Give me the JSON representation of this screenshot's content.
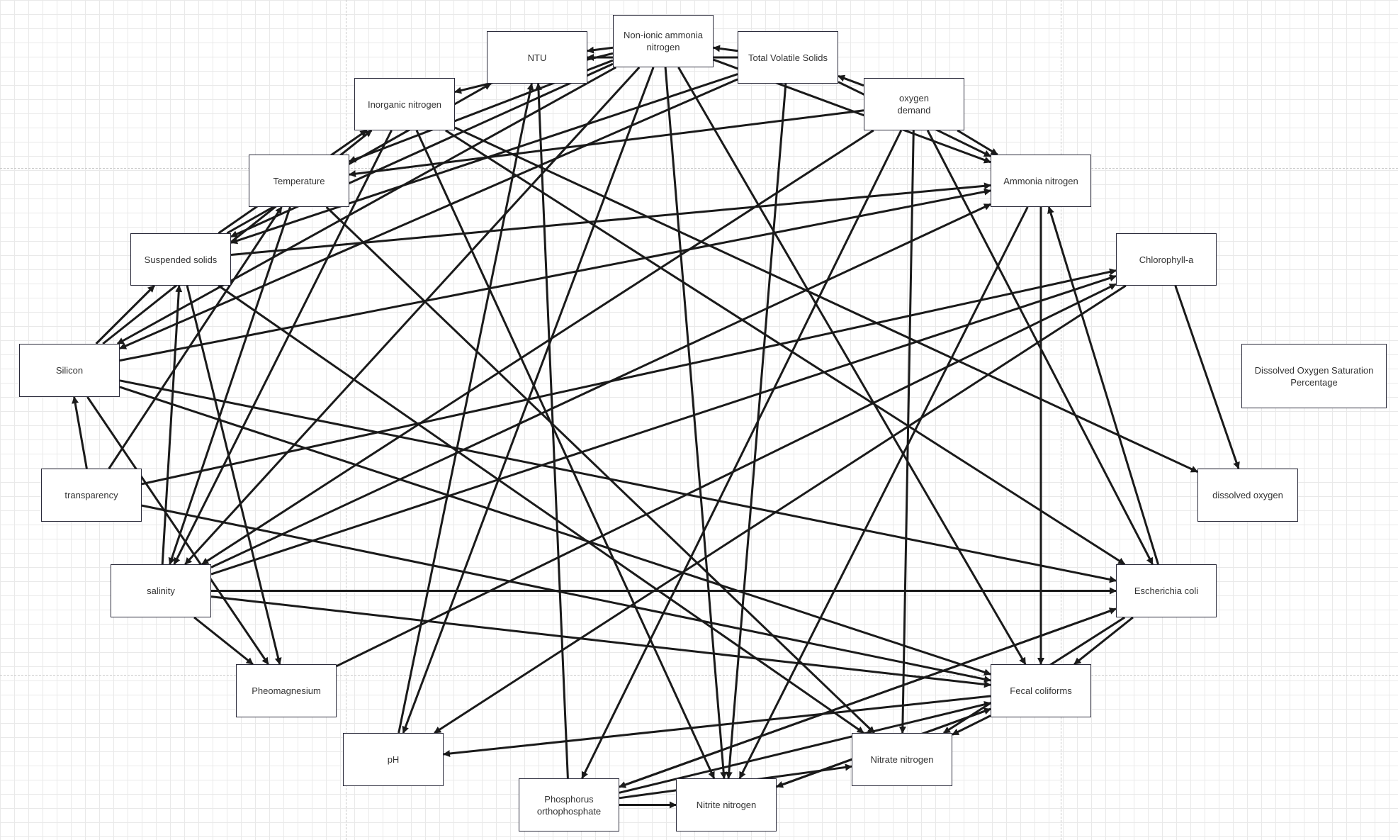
{
  "diagram": {
    "nodes": [
      {
        "id": "nonionic",
        "label": "Non-ionic ammonia\nnitrogen"
      },
      {
        "id": "ntu",
        "label": "NTU"
      },
      {
        "id": "tvs",
        "label": "Total Volatile Solids"
      },
      {
        "id": "inorganic",
        "label": "Inorganic nitrogen"
      },
      {
        "id": "oxygen",
        "label": "oxygen\ndemand"
      },
      {
        "id": "temperature",
        "label": "Temperature"
      },
      {
        "id": "ammonia",
        "label": "Ammonia nitrogen"
      },
      {
        "id": "suspended",
        "label": "Suspended solids"
      },
      {
        "id": "chlorophyll",
        "label": "Chlorophyll-a"
      },
      {
        "id": "silicon",
        "label": "Silicon"
      },
      {
        "id": "dosat",
        "label": "Dissolved Oxygen Saturation\nPercentage"
      },
      {
        "id": "transparency",
        "label": "transparency"
      },
      {
        "id": "dissolved",
        "label": "dissolved oxygen"
      },
      {
        "id": "salinity",
        "label": "salinity"
      },
      {
        "id": "ecoli",
        "label": "Escherichia coli"
      },
      {
        "id": "pheo",
        "label": "Pheomagnesium"
      },
      {
        "id": "fecal",
        "label": "Fecal coliforms"
      },
      {
        "id": "ph",
        "label": "pH"
      },
      {
        "id": "nitrate",
        "label": "Nitrate nitrogen"
      },
      {
        "id": "phosphorus",
        "label": "Phosphorus\northophosphate"
      },
      {
        "id": "nitrite",
        "label": "Nitrite nitrogen"
      }
    ],
    "edges": [
      [
        "tvs",
        "nonionic"
      ],
      [
        "oxygen",
        "tvs"
      ],
      [
        "tvs",
        "ntu"
      ],
      [
        "nonionic",
        "ntu"
      ],
      [
        "oxygen",
        "ammonia"
      ],
      [
        "oxygen",
        "temperature"
      ],
      [
        "oxygen",
        "salinity"
      ],
      [
        "oxygen",
        "nitrate"
      ],
      [
        "oxygen",
        "phosphorus"
      ],
      [
        "oxygen",
        "ecoli"
      ],
      [
        "nonionic",
        "inorganic"
      ],
      [
        "nonionic",
        "temperature"
      ],
      [
        "nonionic",
        "suspended"
      ],
      [
        "nonionic",
        "silicon"
      ],
      [
        "nonionic",
        "ammonia"
      ],
      [
        "nonionic",
        "fecal"
      ],
      [
        "nonionic",
        "nitrite"
      ],
      [
        "nonionic",
        "ph"
      ],
      [
        "nonionic",
        "salinity"
      ],
      [
        "tvs",
        "suspended"
      ],
      [
        "tvs",
        "silicon"
      ],
      [
        "tvs",
        "nitrite"
      ],
      [
        "tvs",
        "ammonia"
      ],
      [
        "ph",
        "ntu"
      ],
      [
        "phosphorus",
        "ntu"
      ],
      [
        "inorganic",
        "salinity"
      ],
      [
        "inorganic",
        "nitrite"
      ],
      [
        "inorganic",
        "dissolved"
      ],
      [
        "inorganic",
        "ecoli"
      ],
      [
        "suspended",
        "inorganic"
      ],
      [
        "suspended",
        "ntu"
      ],
      [
        "suspended",
        "ammonia"
      ],
      [
        "suspended",
        "nitrate"
      ],
      [
        "suspended",
        "pheo"
      ],
      [
        "silicon",
        "suspended"
      ],
      [
        "silicon",
        "inorganic"
      ],
      [
        "silicon",
        "ammonia"
      ],
      [
        "silicon",
        "ecoli"
      ],
      [
        "silicon",
        "fecal"
      ],
      [
        "silicon",
        "pheo"
      ],
      [
        "transparency",
        "silicon"
      ],
      [
        "transparency",
        "chlorophyll"
      ],
      [
        "transparency",
        "fecal"
      ],
      [
        "transparency",
        "temperature"
      ],
      [
        "temperature",
        "salinity"
      ],
      [
        "temperature",
        "nitrate"
      ],
      [
        "salinity",
        "suspended"
      ],
      [
        "salinity",
        "pheo"
      ],
      [
        "salinity",
        "ecoli"
      ],
      [
        "salinity",
        "fecal"
      ],
      [
        "salinity",
        "chlorophyll"
      ],
      [
        "salinity",
        "ammonia"
      ],
      [
        "pheo",
        "chlorophyll"
      ],
      [
        "chlorophyll",
        "dissolved"
      ],
      [
        "chlorophyll",
        "ph"
      ],
      [
        "ecoli",
        "ammonia"
      ],
      [
        "ecoli",
        "fecal"
      ],
      [
        "ecoli",
        "nitrate"
      ],
      [
        "ecoli",
        "phosphorus"
      ],
      [
        "fecal",
        "ph"
      ],
      [
        "fecal",
        "nitrate"
      ],
      [
        "fecal",
        "nitrite"
      ],
      [
        "ammonia",
        "fecal"
      ],
      [
        "ammonia",
        "nitrite"
      ],
      [
        "phosphorus",
        "fecal"
      ],
      [
        "phosphorus",
        "ecoli"
      ],
      [
        "phosphorus",
        "nitrite"
      ],
      [
        "phosphorus",
        "nitrate"
      ],
      [
        "nitrite",
        "fecal"
      ]
    ]
  }
}
